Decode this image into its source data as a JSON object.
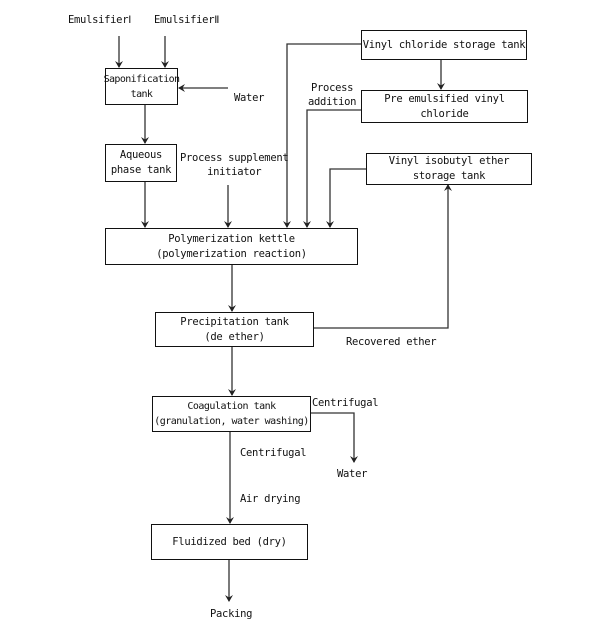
{
  "nodes": {
    "saponification": {
      "lines": [
        "Saponification",
        "tank"
      ]
    },
    "aqueous": {
      "lines": [
        "Aqueous",
        "phase tank"
      ]
    },
    "vinyl_chloride": {
      "lines": [
        "Vinyl chloride storage tank"
      ]
    },
    "pre_emulsified": {
      "lines": [
        "Pre emulsified vinyl",
        "chloride"
      ]
    },
    "vinyl_isobutyl": {
      "lines": [
        "Vinyl isobutyl ether",
        "storage tank"
      ]
    },
    "polymerization": {
      "lines": [
        "Polymerization kettle",
        "(polymerization reaction)"
      ]
    },
    "precipitation": {
      "lines": [
        "Precipitation tank",
        "(de ether)"
      ]
    },
    "coagulation": {
      "lines": [
        "Coagulation tank",
        "(granulation, water washing)"
      ]
    },
    "fluidized": {
      "lines": [
        "Fluidized bed (dry)"
      ]
    }
  },
  "labels": {
    "emulsifier1": "EmulsifierⅠ",
    "emulsifier2": "EmulsifierⅡ",
    "water_in": "Water",
    "process_supplement": [
      "Process supplement",
      "initiator"
    ],
    "process_addition": [
      "Process",
      "addition"
    ],
    "recovered_ether": "Recovered ether",
    "centrifugal_right": "Centrifugal",
    "water_out": "Water",
    "centrifugal_down": "Centrifugal",
    "air_drying": "Air drying",
    "packing": "Packing"
  }
}
